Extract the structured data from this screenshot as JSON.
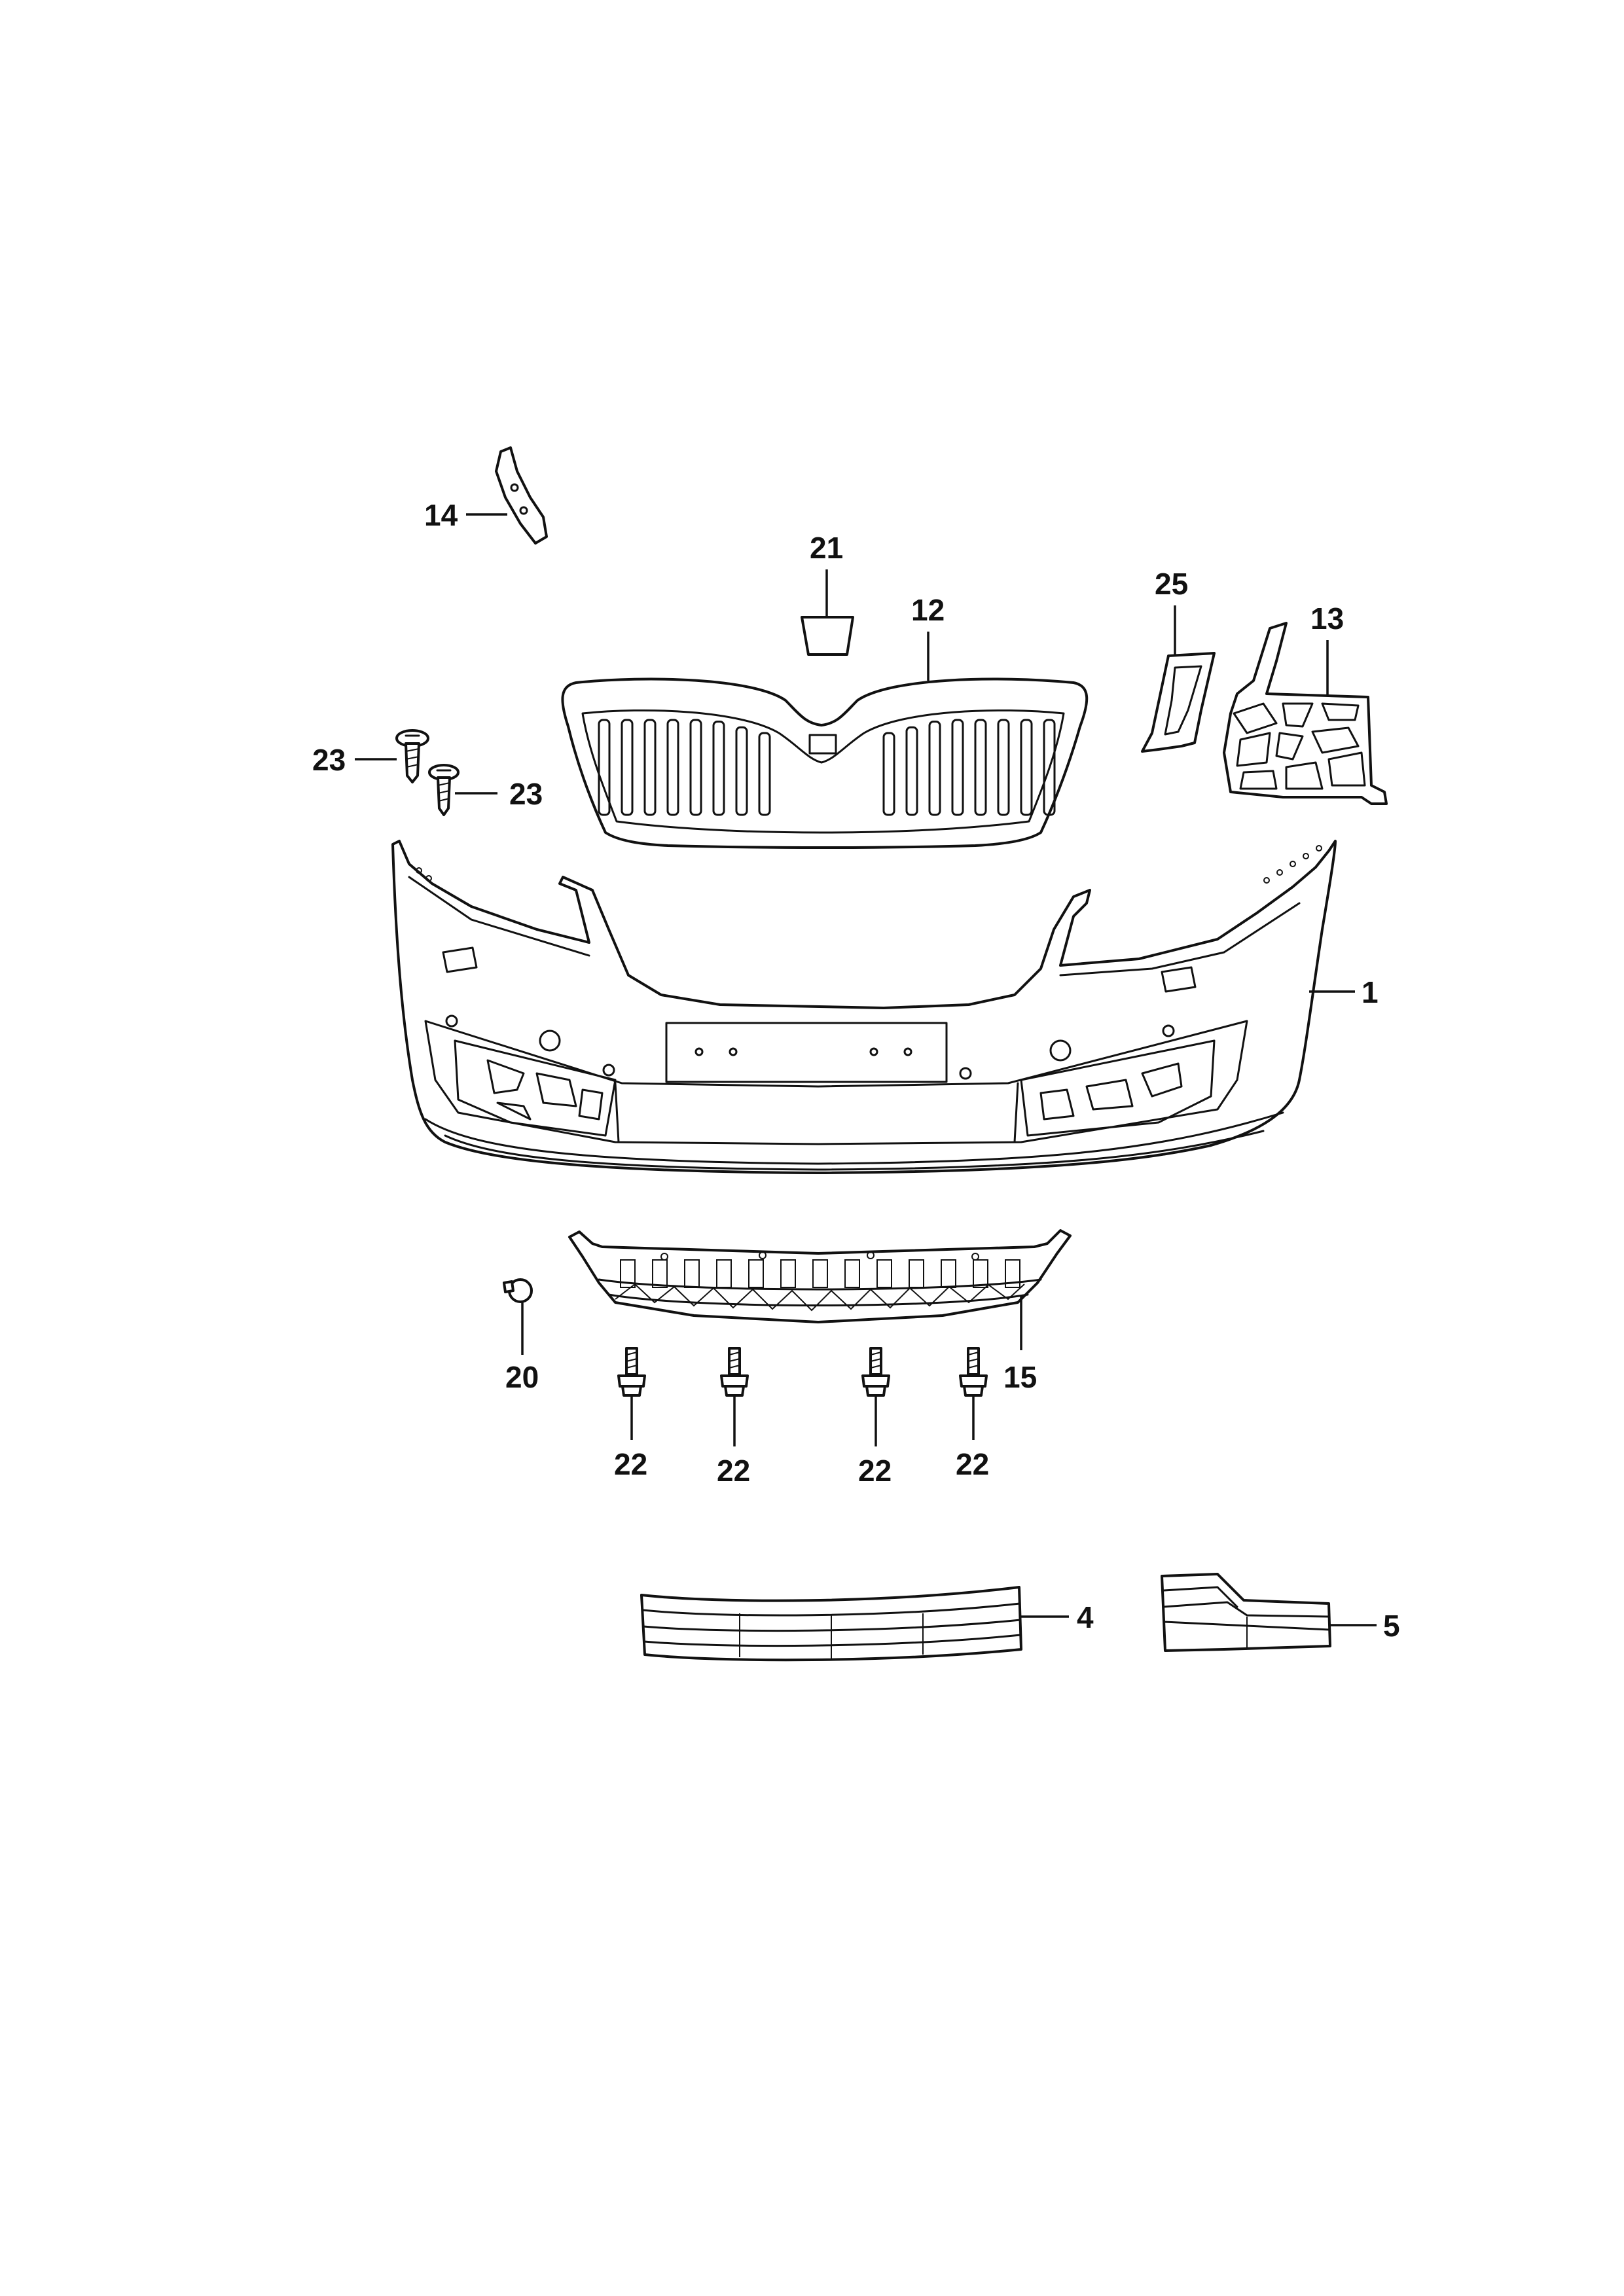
{
  "callouts": {
    "p14": "14",
    "p21": "21",
    "p12": "12",
    "p25": "25",
    "p13": "13",
    "p23a": "23",
    "p23b": "23",
    "p1": "1",
    "p20": "20",
    "p15": "15",
    "p22a": "22",
    "p22b": "22",
    "p22c": "22",
    "p22d": "22",
    "p4": "4",
    "p5": "5"
  }
}
